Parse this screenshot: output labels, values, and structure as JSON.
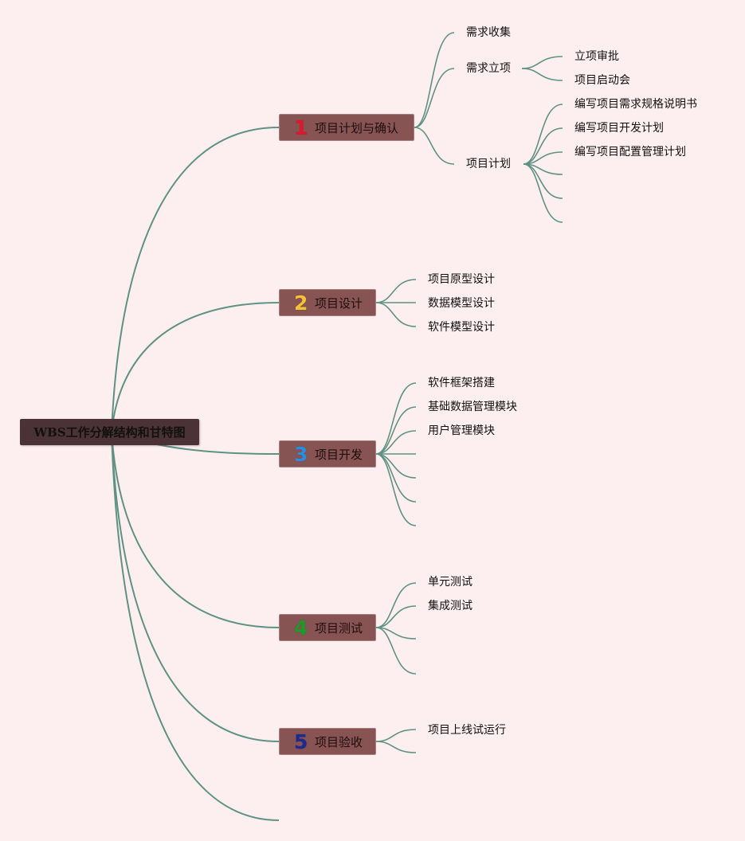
{
  "root": {
    "label": "WBS工作分解结构和甘特图"
  },
  "branches": [
    {
      "number": "1",
      "number_color": "#e0162b",
      "label": "项目计划与确认"
    },
    {
      "number": "2",
      "number_color": "#f5c236",
      "label": "项目设计"
    },
    {
      "number": "3",
      "number_color": "#2b8de0",
      "label": "项目开发"
    },
    {
      "number": "4",
      "number_color": "#1f9a2a",
      "label": "项目测试"
    },
    {
      "number": "5",
      "number_color": "#1e2a8c",
      "label": "项目验收"
    }
  ],
  "b1": {
    "items": [
      "需求收集",
      "需求立项",
      "项目计划"
    ],
    "approval": [
      "立项审批",
      "项目启动会"
    ],
    "plan": [
      "编写项目需求规格说明书",
      "编写项目开发计划",
      "编写项目配置管理计划"
    ]
  },
  "b2": {
    "items": [
      "项目原型设计",
      "数据模型设计",
      "软件模型设计"
    ]
  },
  "b3": {
    "items": [
      "软件框架搭建",
      "基础数据管理模块",
      "用户管理模块"
    ]
  },
  "b4": {
    "items": [
      "单元测试",
      "集成测试"
    ]
  },
  "b5": {
    "items": [
      "项目上线试运行"
    ]
  },
  "colors": {
    "background": "#fdeeef",
    "connector": "#5f9284",
    "root_fill": "#4b3236",
    "branch_fill": "#875453"
  }
}
